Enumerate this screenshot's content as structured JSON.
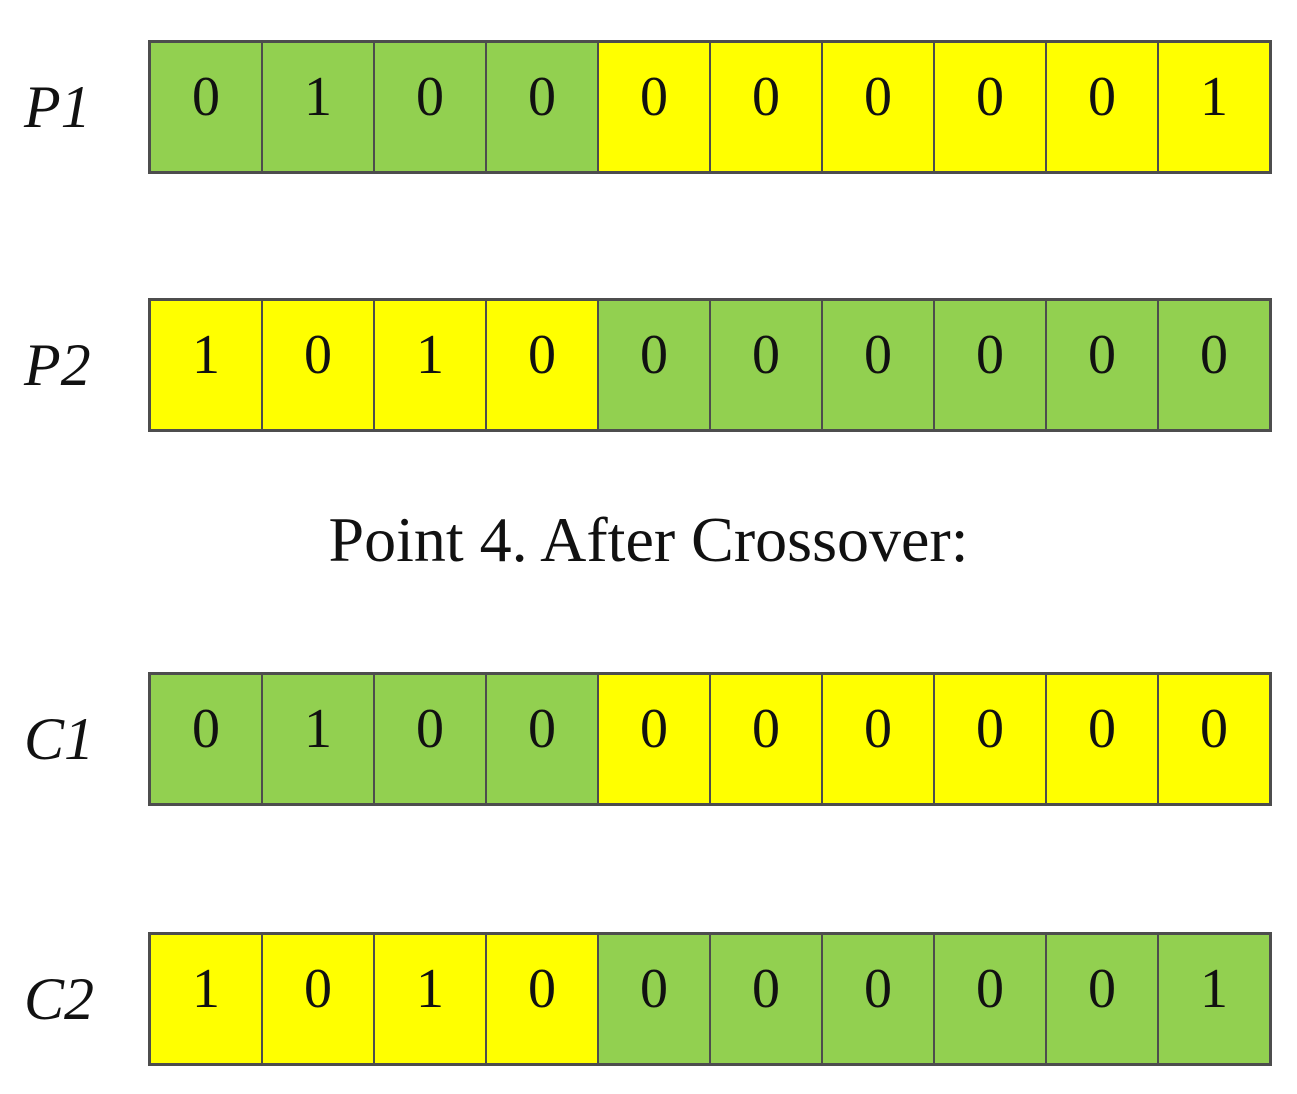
{
  "colors": {
    "green": "#92d050",
    "yellow": "#ffff00",
    "border": "#4d4d4d"
  },
  "caption": "Point 4. After Crossover:",
  "chromosomes": [
    {
      "label": "P1",
      "genes": [
        "0",
        "1",
        "0",
        "0",
        "0",
        "0",
        "0",
        "0",
        "0",
        "1"
      ],
      "fills": [
        "green",
        "green",
        "green",
        "green",
        "yellow",
        "yellow",
        "yellow",
        "yellow",
        "yellow",
        "yellow"
      ]
    },
    {
      "label": "P2",
      "genes": [
        "1",
        "0",
        "1",
        "0",
        "0",
        "0",
        "0",
        "0",
        "0",
        "0"
      ],
      "fills": [
        "yellow",
        "yellow",
        "yellow",
        "yellow",
        "green",
        "green",
        "green",
        "green",
        "green",
        "green"
      ]
    },
    {
      "label": "C1",
      "genes": [
        "0",
        "1",
        "0",
        "0",
        "0",
        "0",
        "0",
        "0",
        "0",
        "0"
      ],
      "fills": [
        "green",
        "green",
        "green",
        "green",
        "yellow",
        "yellow",
        "yellow",
        "yellow",
        "yellow",
        "yellow"
      ]
    },
    {
      "label": "C2",
      "genes": [
        "1",
        "0",
        "1",
        "0",
        "0",
        "0",
        "0",
        "0",
        "0",
        "1"
      ],
      "fills": [
        "yellow",
        "yellow",
        "yellow",
        "yellow",
        "green",
        "green",
        "green",
        "green",
        "green",
        "green"
      ]
    }
  ]
}
